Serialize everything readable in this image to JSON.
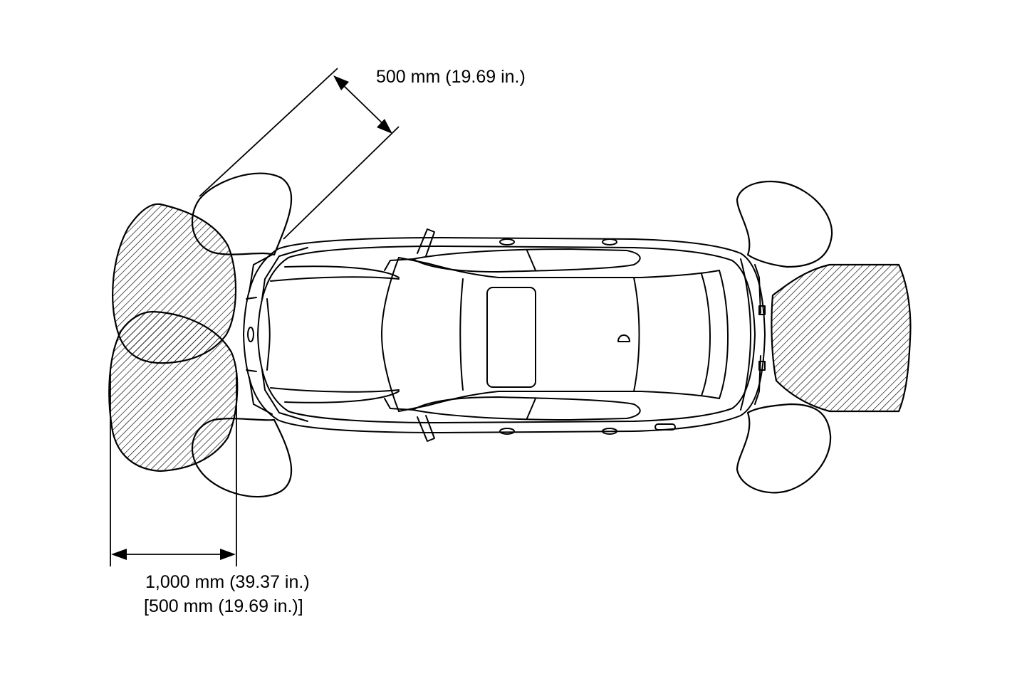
{
  "dimensions": {
    "top_label": "500 mm (19.69 in.)",
    "bottom_label_line1": "1,000 mm (39.37 in.)",
    "bottom_label_line2": "[500 mm (19.69 in.)]"
  },
  "colors": {
    "line": "#000000",
    "background": "#ffffff"
  }
}
